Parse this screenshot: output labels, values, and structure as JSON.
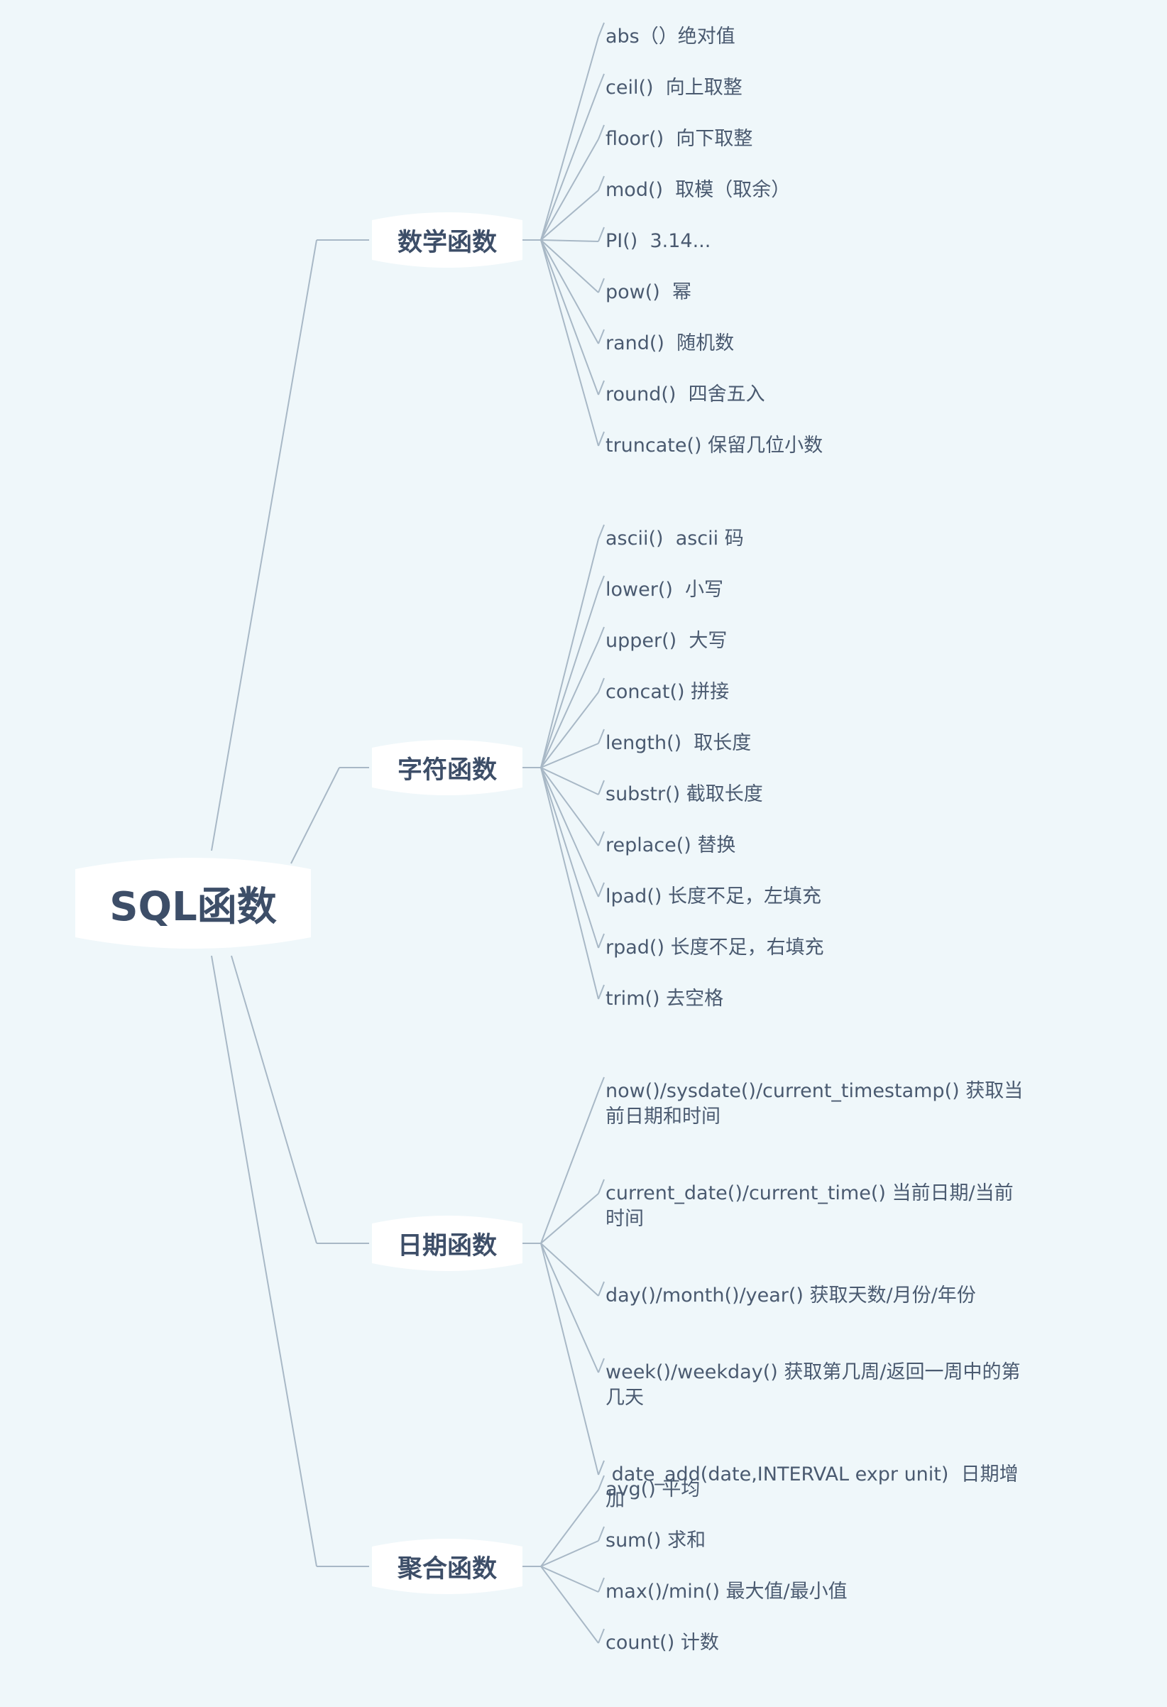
{
  "colors": {
    "background": "#eff7fa",
    "link": "#a8b8c6",
    "node_fill": "#ffffff",
    "text": "#3d4e68",
    "leaf_text": "#4a5a70"
  },
  "root": {
    "label": "SQL函数"
  },
  "categories": [
    {
      "label": "数学函数",
      "items": [
        "abs（）绝对值",
        "ceil()  向上取整",
        "floor()  向下取整",
        "mod()  取模（取余）",
        "PI()  3.14...",
        "pow()  幂",
        "rand()  随机数",
        "round()  四舍五入",
        "truncate() 保留几位小数"
      ]
    },
    {
      "label": "字符函数",
      "items": [
        "ascii()  ascii 码",
        "lower()  小写",
        "upper()  大写",
        "concat() 拼接",
        "length()  取长度",
        "substr() 截取长度",
        "replace() 替换",
        "lpad() 长度不足，左填充",
        "rpad() 长度不足，右填充",
        "trim() 去空格"
      ]
    },
    {
      "label": "日期函数",
      "items": [
        "now()/sysdate()/current_timestamp() 获取当前日期和时间",
        "current_date()/current_time() 当前日期/当前时间",
        "day()/month()/year() 获取天数/月份/年份",
        "week()/weekday() 获取第几周/返回一周中的第几天",
        " date_add(date,INTERVAL expr unit)  日期增加"
      ]
    },
    {
      "label": "聚合函数",
      "items": [
        "avg() 平均",
        "sum() 求和",
        "max()/min() 最大值/最小值",
        "count() 计数"
      ]
    }
  ]
}
